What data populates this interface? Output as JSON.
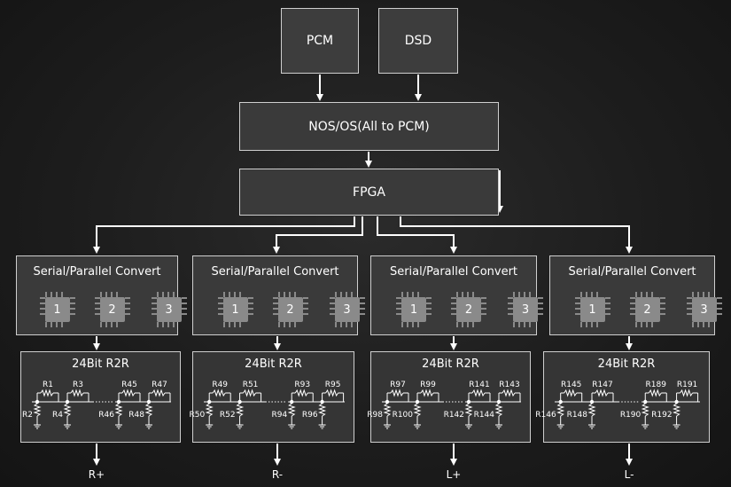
{
  "inputs": {
    "pcm": "PCM",
    "dsd": "DSD"
  },
  "nos": "NOS/OS(All to PCM)",
  "fpga": "FPGA",
  "channels": [
    {
      "convert_title": "Serial/Parallel Convert",
      "chips": [
        "1",
        "2",
        "3"
      ],
      "r2r_title": "24Bit R2R",
      "series_labels": [
        "R1",
        "R3",
        "R45",
        "R47"
      ],
      "shunt_labels": [
        "R2",
        "R4",
        "R46",
        "R48"
      ],
      "output": "R+"
    },
    {
      "convert_title": "Serial/Parallel Convert",
      "chips": [
        "1",
        "2",
        "3"
      ],
      "r2r_title": "24Bit R2R",
      "series_labels": [
        "R49",
        "R51",
        "R93",
        "R95"
      ],
      "shunt_labels": [
        "R50",
        "R52",
        "R94",
        "R96"
      ],
      "output": "R-"
    },
    {
      "convert_title": "Serial/Parallel Convert",
      "chips": [
        "1",
        "2",
        "3"
      ],
      "r2r_title": "24Bit R2R",
      "series_labels": [
        "R97",
        "R99",
        "R141",
        "R143"
      ],
      "shunt_labels": [
        "R98",
        "R100",
        "R142",
        "R144"
      ],
      "output": "L+"
    },
    {
      "convert_title": "Serial/Parallel Convert",
      "chips": [
        "1",
        "2",
        "3"
      ],
      "r2r_title": "24Bit R2R",
      "series_labels": [
        "R145",
        "R147",
        "R189",
        "R191"
      ],
      "shunt_labels": [
        "R146",
        "R148",
        "R190",
        "R192"
      ],
      "output": "L-"
    }
  ],
  "colors": {
    "box_fill": "#3a3a3a",
    "border": "#cfcfcf",
    "wire": "#ffffff",
    "chip": "#8a8a8a"
  }
}
